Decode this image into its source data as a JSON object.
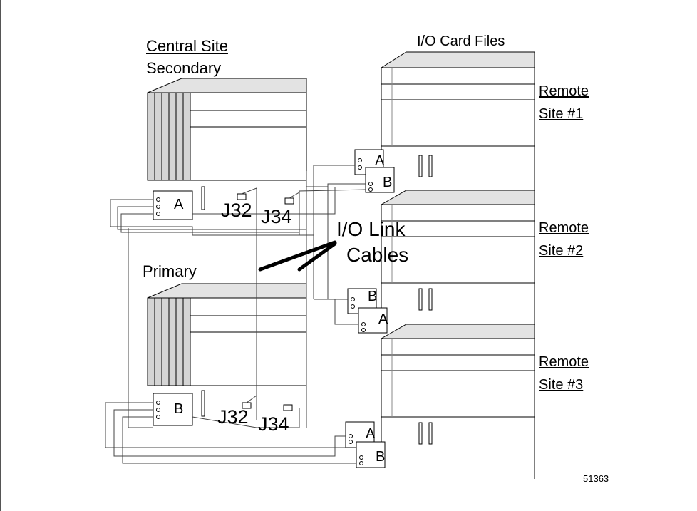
{
  "labels": {
    "central_site": "Central Site",
    "secondary": "Secondary",
    "primary": "Primary",
    "io_card_files": "I/O Card Files",
    "io_link_line1": "I/O Link",
    "io_link_line2": "Cables",
    "remote1_line1": "Remote",
    "remote1_line2": "Site #1",
    "remote2_line1": "Remote",
    "remote2_line2": "Site #2",
    "remote3_line1": "Remote",
    "remote3_line2": "Site #3",
    "j32_top": "J32",
    "j34_top": "J34",
    "j32_bottom": "J32",
    "j34_bottom": "J34",
    "figure_number": "51363"
  },
  "modules": {
    "central_secondary": "A",
    "central_primary": "B",
    "remote1_a": "A",
    "remote1_b": "B",
    "remote2_b": "B",
    "remote2_a": "A",
    "remote3_a": "A",
    "remote3_b": "B"
  }
}
